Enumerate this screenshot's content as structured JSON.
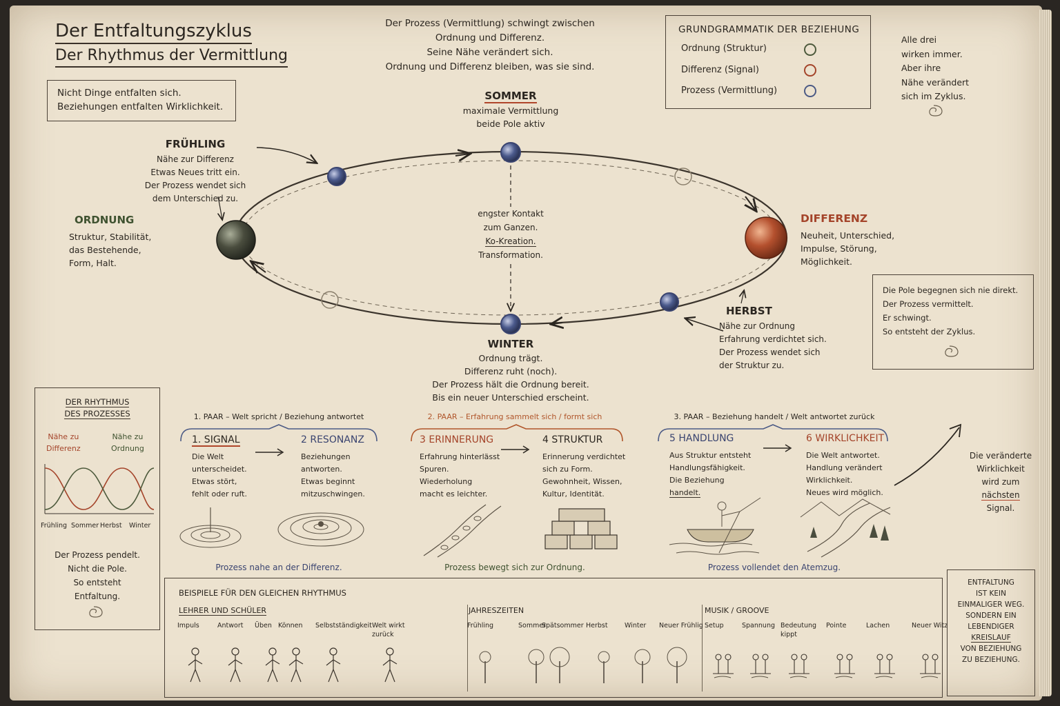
{
  "title": {
    "line1": "Der Entfaltungszyklus",
    "line2": "Der Rhythmus der Vermittlung"
  },
  "intro_box": [
    "Nicht Dinge entfalten sich.",
    "Beziehungen entfalten Wirklichkeit."
  ],
  "top_note": [
    "Der Prozess (Vermittlung) schwingt zwischen",
    "Ordnung und Differenz.",
    "Seine Nähe verändert sich.",
    "Ordnung und Differenz bleiben, was sie sind."
  ],
  "grammar": {
    "title": "GRUNDGRAMMATIK DER BEZIEHUNG",
    "items": [
      {
        "label": "Ordnung (Struktur)",
        "color": "#4d5a3c"
      },
      {
        "label": "Differenz (Signal)",
        "color": "#a4442a"
      },
      {
        "label": "Prozess (Vermittlung)",
        "color": "#4b5a85"
      }
    ]
  },
  "side_note": [
    "Alle drei",
    "wirken immer.",
    "Aber ihre",
    "Nähe verändert",
    "sich im Zyklus."
  ],
  "sommer": {
    "title": "SOMMER",
    "lines": [
      "maximale Vermittlung",
      "beide Pole aktiv"
    ]
  },
  "fruehling": {
    "title": "FRÜHLING",
    "lines": [
      "Nähe zur Differenz",
      "Etwas Neues tritt ein.",
      "Der Prozess wendet sich",
      "dem Unterschied zu."
    ]
  },
  "ordnung": {
    "title": "ORDNUNG",
    "lines": [
      "Struktur, Stabilität,",
      "das Bestehende,",
      "Form, Halt."
    ]
  },
  "differenz": {
    "title": "DIFFERENZ",
    "lines": [
      "Neuheit, Unterschied,",
      "Impulse, Störung,",
      "Möglichkeit."
    ]
  },
  "center": [
    "engster Kontakt",
    "zum Ganzen.",
    "Ko-Kreation.",
    "Transformation."
  ],
  "herbst": {
    "title": "HERBST",
    "lines": [
      "Nähe zur Ordnung",
      "Erfahrung verdichtet sich.",
      "Der Prozess wendet sich",
      "der Struktur zu."
    ]
  },
  "winter": {
    "title": "WINTER",
    "lines": [
      "Ordnung trägt.",
      "Differenz ruht (noch).",
      "Der Prozess hält die Ordnung bereit.",
      "Bis ein neuer Unterschied erscheint."
    ]
  },
  "poles_note": [
    "Die Pole begegnen sich nie direkt.",
    "Der Prozess vermittelt.",
    "Er schwingt.",
    "So entsteht der Zyklus."
  ],
  "rhythm": {
    "title": [
      "DER RHYTHMUS",
      "DES PROZESSES"
    ],
    "label_left": [
      "Nähe zu",
      "Differenz"
    ],
    "label_right": [
      "Nähe zu",
      "Ordnung"
    ],
    "seasons": [
      "Frühling",
      "Sommer",
      "Herbst",
      "Winter"
    ],
    "note": [
      "Der Prozess pendelt.",
      "Nicht die Pole.",
      "So entsteht",
      "Entfaltung."
    ]
  },
  "pairs": [
    {
      "header": "1. PAAR – Welt spricht / Beziehung antwortet",
      "a": {
        "title": "1. SIGNAL",
        "lines": [
          "Die Welt",
          "unterscheidet.",
          "Etwas stört,",
          "fehlt oder ruft."
        ]
      },
      "b": {
        "title": "2 RESONANZ",
        "lines": [
          "Beziehungen",
          "antworten.",
          "Etwas beginnt",
          "mitzuschwingen."
        ]
      },
      "footer": "Prozess nahe an der Differenz."
    },
    {
      "header": "2. PAAR – Erfahrung sammelt sich / formt sich",
      "a": {
        "title": "3 ERINNERUNG",
        "lines": [
          "Erfahrung hinterlässt",
          "Spuren.",
          "Wiederholung",
          "macht es leichter."
        ]
      },
      "b": {
        "title": "4 STRUKTUR",
        "lines": [
          "Erinnerung verdichtet",
          "sich zu Form.",
          "Gewohnheit, Wissen,",
          "Kultur, Identität."
        ]
      },
      "footer": "Prozess bewegt sich zur Ordnung."
    },
    {
      "header": "3. PAAR – Beziehung handelt / Welt antwortet zurück",
      "a": {
        "title": "5 HANDLUNG",
        "lines": [
          "Aus Struktur entsteht",
          "Handlungsfähigkeit.",
          "Die Beziehung",
          "handelt."
        ]
      },
      "b": {
        "title": "6 WIRKLICHKEIT",
        "lines": [
          "Die Welt antwortet.",
          "Handlung verändert",
          "Wirklichkeit.",
          "Neues wird möglich."
        ]
      },
      "footer": "Prozess vollendet den Atemzug."
    }
  ],
  "next_note": [
    "Die veränderte",
    "Wirklichkeit",
    "wird zum",
    "nächsten",
    "Signal."
  ],
  "examples": {
    "title": "BEISPIELE FÜR DEN GLEICHEN RHYTHMUS",
    "groups": [
      {
        "title": "LEHRER UND SCHÜLER",
        "items": [
          "Impuls",
          "Antwort",
          "Üben",
          "Können",
          "Selbstständigkeit",
          "Welt wirkt zurück"
        ]
      },
      {
        "title": "JAHRESZEITEN",
        "items": [
          "Frühling",
          "Sommer",
          "Spätsommer",
          "Herbst",
          "Winter",
          "Neuer Frühlig"
        ]
      },
      {
        "title": "MUSIK / GROOVE",
        "items": [
          "Setup",
          "Spannung",
          "Bedeutung kippt",
          "Pointe",
          "Lachen",
          "Neuer Witz"
        ]
      }
    ]
  },
  "final_note": [
    "ENTFALTUNG",
    "IST KEIN",
    "EINMALIGER WEG.",
    "SONDERN EIN",
    "LEBENDIGER",
    "KREISLAUF",
    "VON BEZIEHUNG",
    "ZU BEZIEHUNG."
  ]
}
